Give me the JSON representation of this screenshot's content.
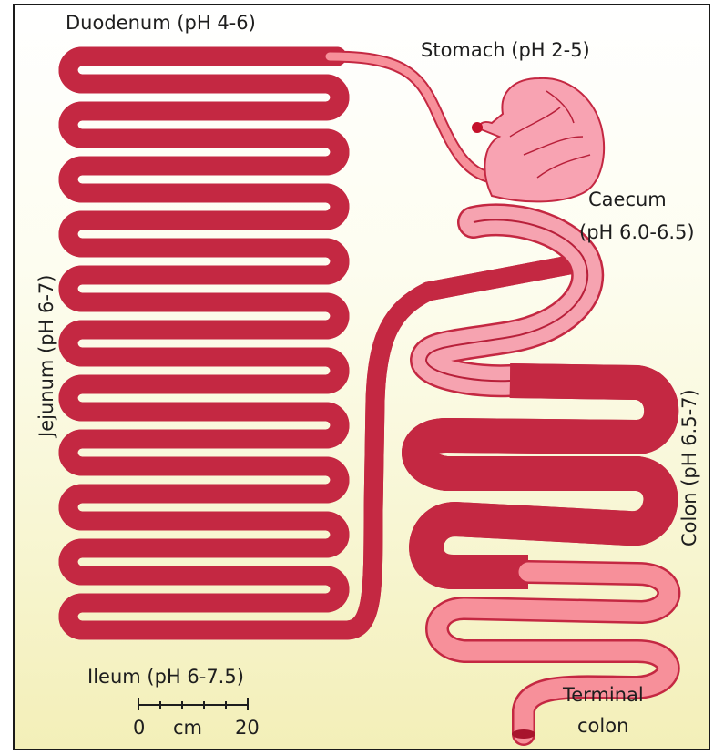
{
  "labels": {
    "duodenum": "Duodenum (pH 4-6)",
    "stomach": "Stomach (pH 2-5)",
    "caecum_line1": "Caecum",
    "caecum_line2": "(pH 6.0-6.5)",
    "jejunum": "Jejunum (pH 6-7)",
    "colon": "Colon (pH 6.5-7)",
    "ileum": "Ileum (pH 6-7.5)",
    "terminal_line1": "Terminal",
    "terminal_line2": "colon"
  },
  "scale_bar": {
    "start": "0",
    "unit": "cm",
    "end": "20"
  },
  "colors": {
    "intestine_fill": "#f7909a",
    "intestine_outline": "#c42842",
    "colon_fill": "#f6a3b0",
    "stomach_fill": "#f8a3b2",
    "lumen_line": "#b8203a",
    "background_top": "#ffffff",
    "background_bottom": "#f3efb8"
  }
}
